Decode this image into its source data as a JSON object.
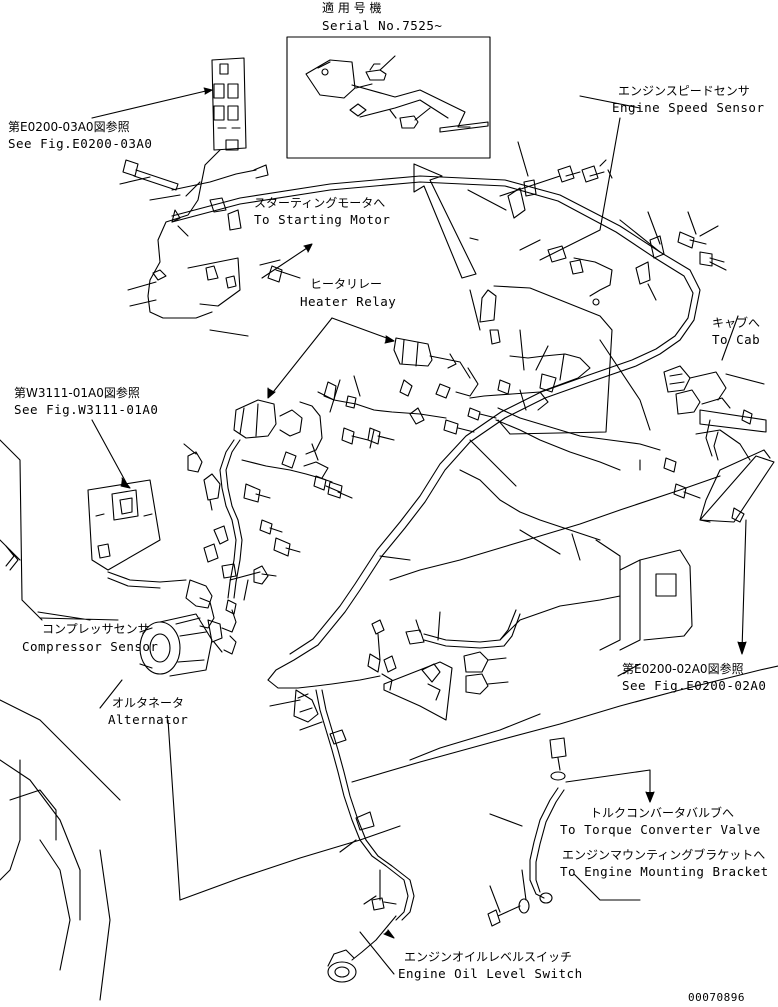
{
  "serial": {
    "ja": "適 用 号 機",
    "en": "Serial No.7525~"
  },
  "labels": {
    "fig_e0200_03a0": {
      "ja": "第E0200-03A0図参照",
      "en": "See Fig.E0200-03A0"
    },
    "starting_motor": {
      "ja": "スターティングモータへ",
      "en": "To Starting Motor"
    },
    "heater_relay": {
      "ja": "ヒータリレー",
      "en": "Heater Relay"
    },
    "engine_speed_sensor": {
      "ja": "エンジンスピードセンサ",
      "en": "Engine Speed Sensor"
    },
    "to_cab": {
      "ja": "キャブへ",
      "en": "To Cab"
    },
    "fig_w3111_01a0": {
      "ja": "第W3111-01A0図参照",
      "en": "See Fig.W3111-01A0"
    },
    "compressor_sensor": {
      "ja": "コンプレッサセンサ",
      "en": "Compressor Sensor"
    },
    "alternator": {
      "ja": "オルタネータ",
      "en": "Alternator"
    },
    "fig_e0200_02a0": {
      "ja": "第E0200-02A0図参照",
      "en": "See Fig.E0200-02A0"
    },
    "torque_converter": {
      "ja": "トルクコンバータバルブへ",
      "en": "To Torque Converter Valve"
    },
    "engine_mounting": {
      "ja": "エンジンマウンティングブラケットへ",
      "en": "To Engine Mounting Bracket"
    },
    "oil_level_switch": {
      "ja": "エンジンオイルレベルスイッチ",
      "en": "Engine Oil Level Switch"
    }
  },
  "drawing_number": "00070896"
}
